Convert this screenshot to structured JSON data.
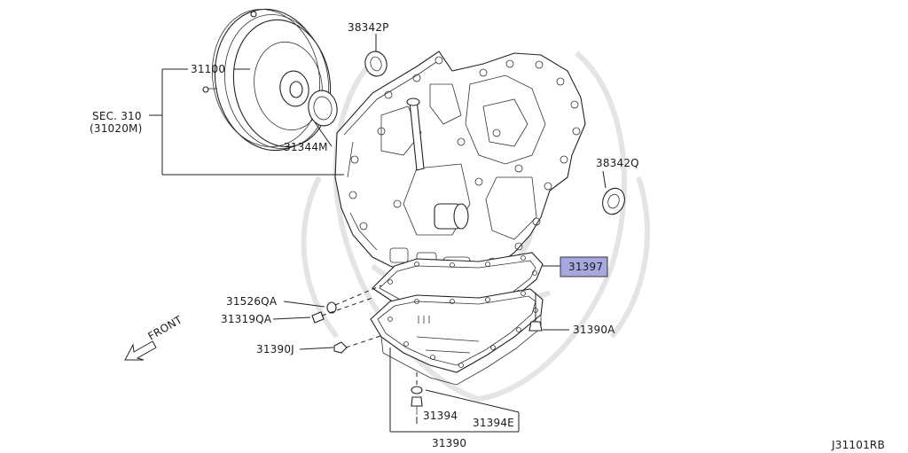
{
  "diagram": {
    "code": "J31101RB",
    "front_label": "FRONT",
    "highlight_color": "#a8a8e0",
    "parts": {
      "p31100": "31100",
      "p38342P": "38342P",
      "sec_line1": "SEC. 310",
      "sec_line2": "(31020M)",
      "p31344M": "31344M",
      "p38342Q": "38342Q",
      "p31397": "31397",
      "p31526QA": "31526QA",
      "p31319QA": "31319QA",
      "p31390A": "31390A",
      "p31390J": "31390J",
      "p31394": "31394",
      "p31394E": "31394E",
      "p31390": "31390"
    }
  }
}
